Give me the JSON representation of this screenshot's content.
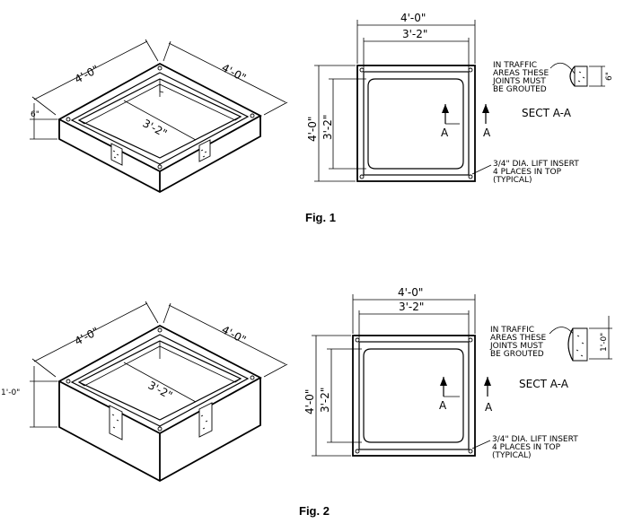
{
  "figures": [
    {
      "caption": "Fig. 1",
      "iso": {
        "outer_a": "4'-0\"",
        "outer_b": "4'-0\"",
        "inner": "3'-2\"",
        "height": "6\""
      },
      "plan": {
        "outer_w": "4'-0\"",
        "inner_w": "3'-2\"",
        "outer_h": "4'-0\"",
        "inner_h": "3'-2\"",
        "section_mark": "A"
      },
      "note_grout": [
        "IN TRAFFIC",
        "AREAS THESE",
        "JOINTS MUST",
        "BE GROUTED"
      ],
      "section_height": "6\"",
      "section_title": "SECT A-A",
      "note_insert": [
        "3/4\" DIA. LIFT INSERT",
        "4 PLACES IN TOP",
        "(TYPICAL)"
      ]
    },
    {
      "caption": "Fig. 2",
      "iso": {
        "outer_a": "4'-0\"",
        "outer_b": "4'-0\"",
        "inner": "3'-2\"",
        "height": "1'-0\""
      },
      "plan": {
        "outer_w": "4'-0\"",
        "inner_w": "3'-2\"",
        "outer_h": "4'-0\"",
        "inner_h": "3'-2\"",
        "section_mark": "A"
      },
      "note_grout": [
        "IN TRAFFIC",
        "AREAS THESE",
        "JOINTS MUST",
        "BE GROUTED"
      ],
      "section_height": "1'-0\"",
      "section_title": "SECT A-A",
      "note_insert": [
        "3/4\" DIA. LIFT INSERT",
        "4 PLACES IN TOP",
        "(TYPICAL)"
      ]
    }
  ]
}
